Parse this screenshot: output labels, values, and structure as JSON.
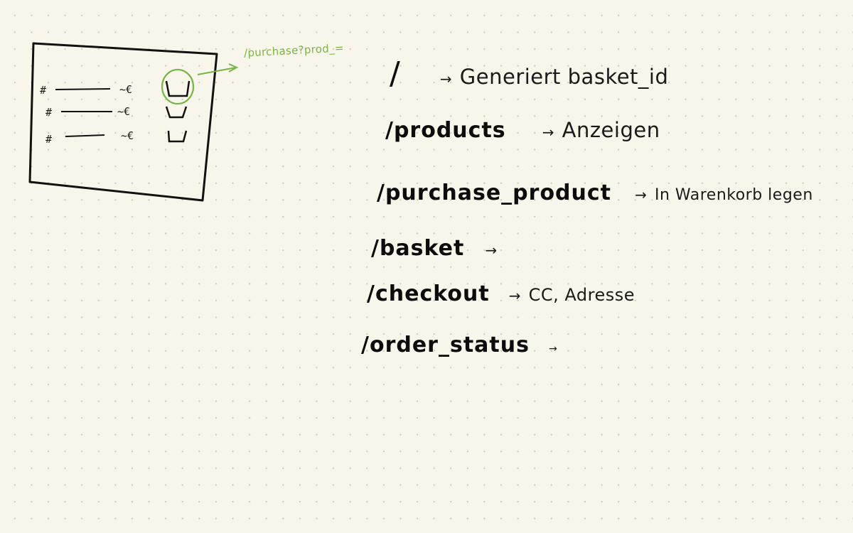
{
  "colors": {
    "ink": "#0c0c0c",
    "accent_green": "#78b448",
    "paper": "#f8f6ea"
  },
  "sketch": {
    "annotation": "/purchase?prod_=",
    "rows": [
      {
        "hash": "#",
        "price": "~€"
      },
      {
        "hash": "#",
        "price": "~€"
      },
      {
        "hash": "#",
        "price": "~€"
      }
    ],
    "icons": [
      "basket-icon",
      "basket-icon",
      "basket-icon"
    ]
  },
  "routes": [
    {
      "path": "/",
      "arrow": "→",
      "note": "Generiert basket_id"
    },
    {
      "path": "/products",
      "arrow": "→",
      "note": "Anzeigen"
    },
    {
      "path": "/purchase_product",
      "arrow": "→",
      "note": "In Warenkorb legen"
    },
    {
      "path": "/basket",
      "arrow": "→",
      "note": ""
    },
    {
      "path": "/checkout",
      "arrow": "→",
      "note": "CC, Adresse"
    },
    {
      "path": "/order_status",
      "arrow": "→",
      "note": ""
    }
  ]
}
